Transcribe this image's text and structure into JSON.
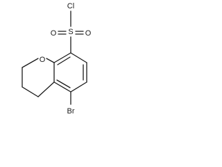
{
  "molecule": {
    "atoms": {
      "cl": "Cl",
      "s": "S",
      "o_left": "O",
      "o_right": "O",
      "o_ring": "O",
      "br": "Br"
    }
  }
}
